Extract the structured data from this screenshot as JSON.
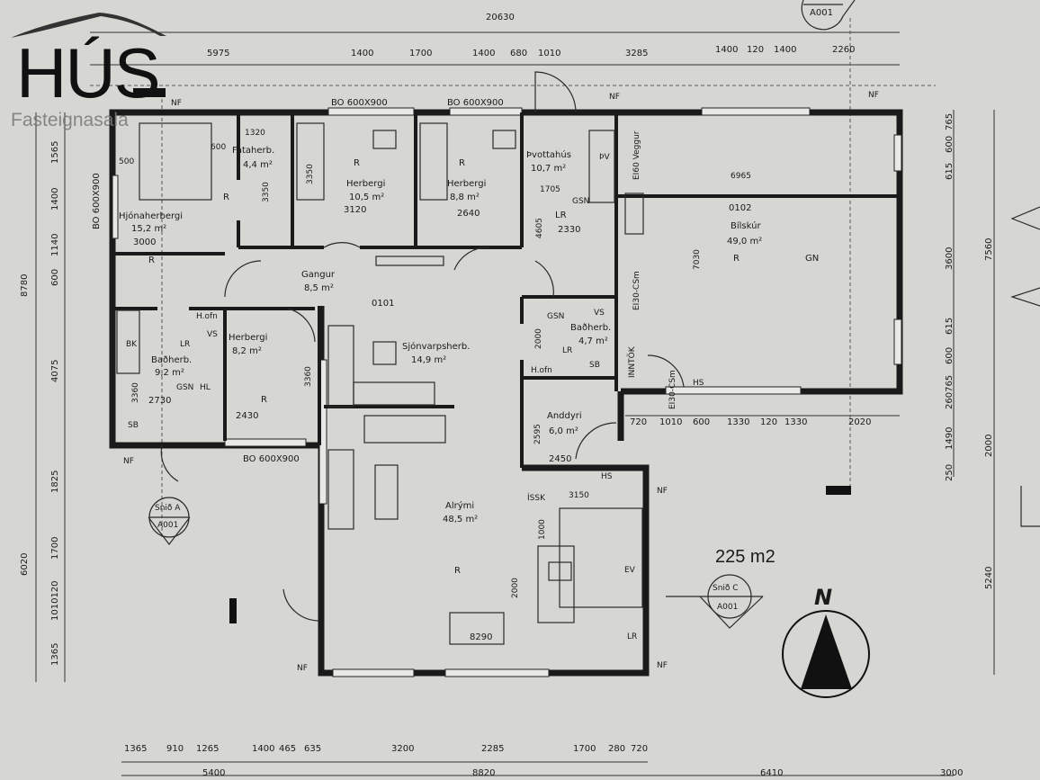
{
  "logo": {
    "brand": "HÚS",
    "subtitle": "Fasteignasala"
  },
  "total_area": "225 m2",
  "north_label": "N",
  "section_markers": [
    {
      "name": "",
      "sheet": "A001"
    },
    {
      "name": "Snið A",
      "sheet": "A001"
    },
    {
      "name": "Snið C",
      "sheet": "A001"
    }
  ],
  "rooms": {
    "hjonaherbergi": {
      "name": "Hjónaherbergi",
      "area": "15,2 m²",
      "dim": "3000",
      "code": "R"
    },
    "fataherb": {
      "name": "Fataherb.",
      "area": "4,4 m²",
      "code": "R"
    },
    "herbergi1": {
      "name": "Herbergi",
      "area": "10,5 m²",
      "dim": "3120",
      "code": "R"
    },
    "herbergi2": {
      "name": "Herbergi",
      "area": "8,8 m²",
      "dim": "2640",
      "code": "R"
    },
    "thvottahus": {
      "name": "Þvottahús",
      "area": "10,7 m²",
      "dim": "2330",
      "code": "LR"
    },
    "bilskur": {
      "name": "Bílskúr",
      "area": "49,0 m²",
      "number": "0102",
      "code": "R",
      "code2": "GN"
    },
    "gangur": {
      "name": "Gangur",
      "area": "8,5 m²",
      "number": "0101"
    },
    "sjonvarpsherb": {
      "name": "Sjónvarpsherb.",
      "area": "14,9 m²"
    },
    "badherb1": {
      "name": "Baðherb.",
      "area": "9,2 m²",
      "dim": "2730"
    },
    "herbergi3": {
      "name": "Herbergi",
      "area": "8,2 m²",
      "dim": "2430",
      "code": "R"
    },
    "badherb2": {
      "name": "Baðherb.",
      "area": "4,7 m²"
    },
    "anddyri": {
      "name": "Anddyri",
      "area": "6,0 m²",
      "dim": "2450"
    },
    "alrymi": {
      "name": "Alrými",
      "area": "48,5 m²",
      "code": "R",
      "dim": "8290"
    }
  },
  "annotations": {
    "bo": "BO 600X900",
    "nf": "NF",
    "hs": "HS",
    "lr": "LR",
    "gsn": "GSN",
    "hl": "HL",
    "bk": "BK",
    "sb": "SB",
    "vs": "VS",
    "hofn": "H.ofn",
    "dv": "ÞV",
    "ei60": "EI60 Veggur",
    "ei30": "EI30-CSm",
    "inntok": "INNTÖK",
    "issk": "ÍSSK",
    "ev": "EV",
    "d1320": "1320",
    "d600": "600",
    "d500": "500",
    "d3350": "3350",
    "d3360": "3360",
    "d1705": "1705",
    "d4605": "4605",
    "d6965": "6965",
    "d7030": "7030",
    "d2000": "2000",
    "d2595": "2595",
    "d3150": "3150",
    "d1000": "1000"
  },
  "dimensions": {
    "top_total": "20630",
    "top": [
      "5975",
      "1400",
      "1700",
      "1400",
      "680",
      "1010",
      "3285",
      "1400",
      "120",
      "1400",
      "2260"
    ],
    "garage_bottom": [
      "720",
      "1010",
      "600",
      "1330",
      "120",
      "1330",
      "2020"
    ],
    "bottom": [
      "1365",
      "910",
      "1265",
      "1400",
      "465",
      "635",
      "3200",
      "2285",
      "1700",
      "280",
      "720"
    ],
    "bottom_total": [
      "5400",
      "8820",
      "6410",
      "3000"
    ],
    "left_outer": [
      "8780",
      "6020"
    ],
    "left_inner": [
      "1565",
      "1400",
      "1140",
      "600",
      "4075",
      "1825",
      "1700",
      "1010120",
      "1365"
    ],
    "right_inner": [
      "615",
      "600",
      "765",
      "3600",
      "615",
      "600",
      "260765",
      "1490",
      "250"
    ],
    "right_outer": [
      "7560",
      "2000",
      "5240"
    ]
  }
}
